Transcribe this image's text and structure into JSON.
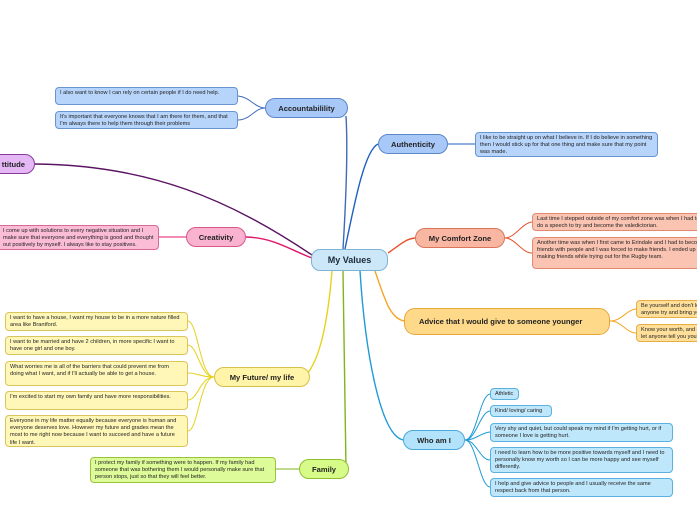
{
  "central": "My Values",
  "colors": {
    "accountability": "#3f6bb8",
    "authenticity": "#1f5fbf",
    "comfort_zone": "#e8532a",
    "advice": "#f5a623",
    "who_am_i": "#1e9ad6",
    "future": "#e6d21a",
    "family": "#7fb51a",
    "creativity": "#e0186c",
    "attitude": "#5a1462"
  },
  "topics": {
    "accountability": "Accountabilility",
    "authenticity": "Authenticity",
    "comfort_zone": "My Comfort Zone",
    "advice": "Advice that I would give to someone younger",
    "who_am_i": "Who am I",
    "future": "My Future/ my life",
    "family": "Family",
    "creativity": "Creativity",
    "attitude": "ttitude"
  },
  "accountability_notes": [
    "I also want to know I can rely on certain people if I do need help.",
    "It's important that everyone knows that I am there for them, and that I'm always there to help them through their problems"
  ],
  "authenticity_notes": [
    "I like to be straight up on what I believe in. If I do believe in something then I would stick up for that one thing and make sure that my point was made."
  ],
  "comfort_zone_notes": [
    "Last time I stepped outside of my comfort zone was when I had to do a speech to try and become the valedictorian.",
    "Another time was when I first came to Erindale and I had to become friends with people and I was forced to make friends. I ended up making friends while trying out for the Rugby team."
  ],
  "advice_notes": [
    "Be yourself and don't let anyone try and bring you down for trying to bring you down.",
    "Know your worth, and don't let anyone tell you you're less than you think."
  ],
  "who_am_i_notes": [
    "Athletic",
    "Kind/ loving/ caring",
    "Very shy and quiet, but could speak my mind if I'm getting hurt, or if someone I love is getting hurt.",
    "I need to learn how to be more positive towards myself and I need to personally know my worth so I can be more happy and see myself differently.",
    "I help and give advice to people and I usually receive the same respect back from that person."
  ],
  "future_notes": [
    "I want to have a house, I want my house to be in a more nature filled area like Brantford.",
    "I want to be married and have 2 children, in more specific I want to have one girl and one boy.",
    "What worries me is all of the barriers that could prevent me from doing what I want, and if I'll actually be able to get a house.",
    "I'm excited to start my own family and have more responsibilities.",
    "Everyone in my life matter equally because everyone is human and everyone deserves love. However my future and grades mean the most to me right now because I want to succeed and have a future life I want."
  ],
  "family_notes": [
    "I protect my family if something were to happen. If my family had someone that was bothering them I would personally make sure that person stops, just so that they will feel better."
  ],
  "creativity_notes": [
    "I come up with solutions to every negative situation and I make sure that everyone and everything is good and thought out positively by myself. I always like to stay positives."
  ]
}
